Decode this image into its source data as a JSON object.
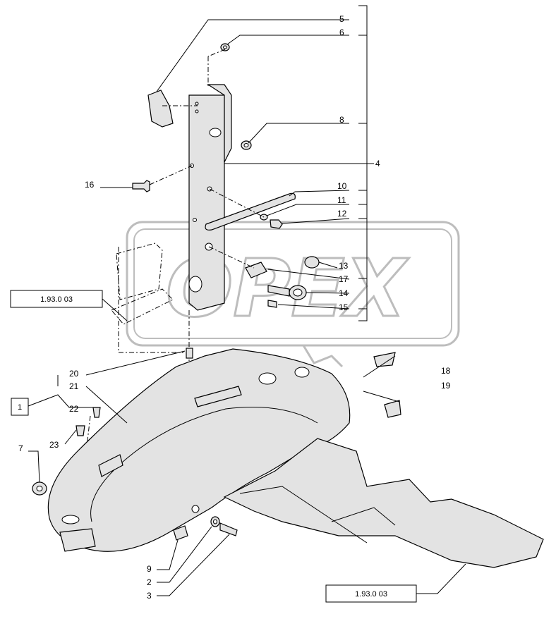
{
  "watermark": {
    "text": "OPEX",
    "color": "#bdbdbd"
  },
  "references": [
    {
      "id": "ref-top",
      "label": "1.93.0 03"
    },
    {
      "id": "ref-bottom",
      "label": "1.93.0 03"
    },
    {
      "id": "ref-group",
      "label": "1"
    }
  ],
  "callouts": [
    {
      "id": "c5",
      "label": "5"
    },
    {
      "id": "c6",
      "label": "6"
    },
    {
      "id": "c8",
      "label": "8"
    },
    {
      "id": "c4",
      "label": "4"
    },
    {
      "id": "c16",
      "label": "16"
    },
    {
      "id": "c10",
      "label": "10"
    },
    {
      "id": "c11",
      "label": "11"
    },
    {
      "id": "c12",
      "label": "12"
    },
    {
      "id": "c13",
      "label": "13"
    },
    {
      "id": "c17",
      "label": "17"
    },
    {
      "id": "c14",
      "label": "14"
    },
    {
      "id": "c15",
      "label": "15"
    },
    {
      "id": "c18",
      "label": "18"
    },
    {
      "id": "c19",
      "label": "19"
    },
    {
      "id": "c20",
      "label": "20"
    },
    {
      "id": "c21",
      "label": "21"
    },
    {
      "id": "c22",
      "label": "22"
    },
    {
      "id": "c23",
      "label": "23"
    },
    {
      "id": "c7",
      "label": "7"
    },
    {
      "id": "c9",
      "label": "9"
    },
    {
      "id": "c2",
      "label": "2"
    },
    {
      "id": "c3",
      "label": "3"
    }
  ],
  "colors": {
    "line": "#000000",
    "part_fill": "#e3e3e3",
    "background": "#ffffff"
  }
}
